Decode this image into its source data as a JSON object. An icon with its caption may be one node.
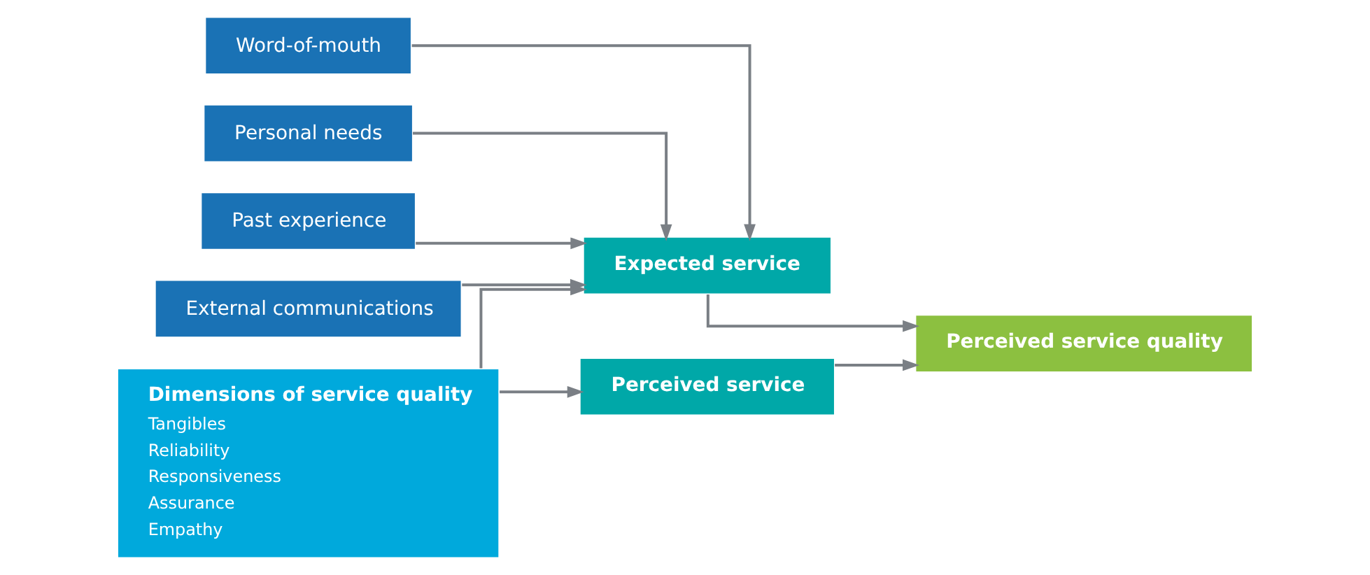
{
  "diagram": {
    "nodes": [
      {
        "text": [
          "Word-of-mouth"
        ]
      },
      {
        "text": [
          "Personal needs"
        ]
      },
      {
        "text": [
          "Past experience"
        ]
      },
      {
        "text": [
          "External communications"
        ]
      },
      {
        "text": [
          "Expected service"
        ]
      },
      {
        "text": [
          "Dimensions of service quality",
          "Tangibles",
          "Reliability",
          "Responsiveness",
          "Assurance",
          "Empathy"
        ]
      },
      {
        "text": [
          "Perceived service"
        ]
      },
      {
        "text": [
          "Perceived service quality"
        ]
      }
    ],
    "edges": [
      {
        "from": 0,
        "to": 4,
        "arrow": "to"
      },
      {
        "from": 1,
        "to": 4,
        "arrow": "to"
      },
      {
        "from": 2,
        "to": 4,
        "arrow": "to"
      },
      {
        "from": 3,
        "to": 4,
        "arrow": "to"
      },
      {
        "from": 5,
        "to": 4,
        "arrow": "to"
      },
      {
        "from": 5,
        "to": 6,
        "arrow": "to"
      },
      {
        "from": 4,
        "to": 7,
        "arrow": "to"
      },
      {
        "from": 6,
        "to": 7,
        "arrow": "to"
      }
    ]
  }
}
